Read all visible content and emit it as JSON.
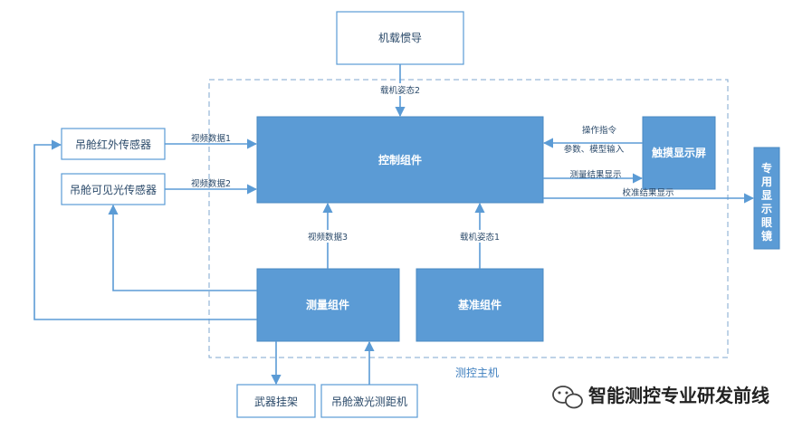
{
  "nodes": {
    "imu": "机载惯导",
    "control": "控制组件",
    "touch": "触摸显示屏",
    "glasses": [
      "专",
      "用",
      "显",
      "示",
      "眼",
      "镜"
    ],
    "ir": "吊舱红外传感器",
    "visible": "吊舱可见光传感器",
    "measure": "测量组件",
    "reference": "基准组件",
    "weapon": "武器挂架",
    "laser": "吊舱激光测距机"
  },
  "edges": {
    "attitude2": "载机姿态2",
    "video1": "视频数据1",
    "video2": "视频数据2",
    "video3": "视频数据3",
    "attitude1": "载机姿态1",
    "op_line1": "操作指令",
    "op_line2": "参数、模型输入",
    "measure_result": "测量结果显示",
    "calib_result": "校准结果显示"
  },
  "frame_label": "测控主机",
  "footer": {
    "icon": "wechat-icon",
    "text": "智能测控专业研发前线"
  },
  "colors": {
    "box_fill": "#5b9bd5",
    "line": "#5b9bd5",
    "label": "#3f7fbf"
  }
}
